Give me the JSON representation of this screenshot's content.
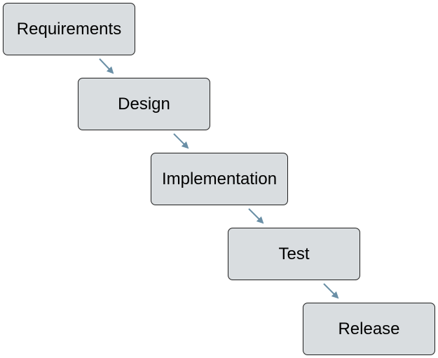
{
  "diagram": {
    "steps": [
      {
        "label": "Requirements"
      },
      {
        "label": "Design"
      },
      {
        "label": "Implementation"
      },
      {
        "label": "Test"
      },
      {
        "label": "Release"
      }
    ],
    "colors": {
      "box_fill": "#d9dde0",
      "box_border": "#1f1f1f",
      "arrow": "#6a8fa6",
      "text": "#000000"
    }
  }
}
